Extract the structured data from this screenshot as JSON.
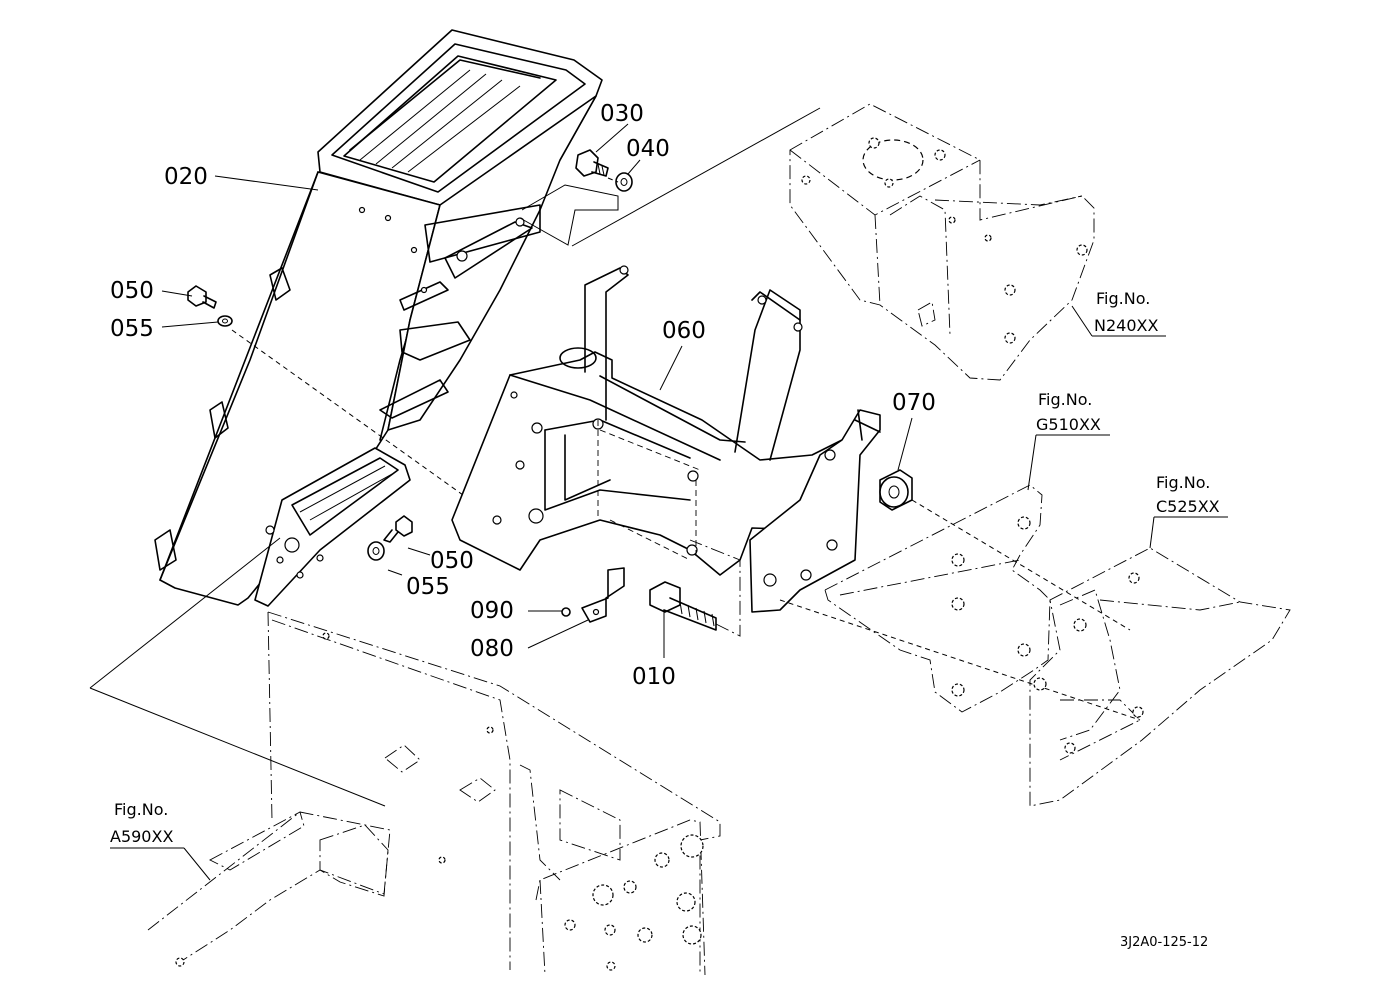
{
  "diagram_code": "3J2A0-125-12",
  "parts": [
    "020",
    "030",
    "040",
    "050",
    "055",
    "060",
    "070",
    "080",
    "090",
    "010"
  ],
  "part_labels": {
    "p020": "020",
    "p030": "030",
    "p040": "040",
    "p050a": "050",
    "p055a": "055",
    "p050b": "050",
    "p055b": "055",
    "p060": "060",
    "p070": "070",
    "p090": "090",
    "p080": "080",
    "p010": "010"
  },
  "figure_refs": {
    "n240": {
      "label": "Fig.No.",
      "code": "N240XX"
    },
    "g510": {
      "label": "Fig.No.",
      "code": "G510XX"
    },
    "c525": {
      "label": "Fig.No.",
      "code": "C525XX"
    },
    "a590": {
      "label": "Fig.No.",
      "code": "A590XX"
    }
  }
}
